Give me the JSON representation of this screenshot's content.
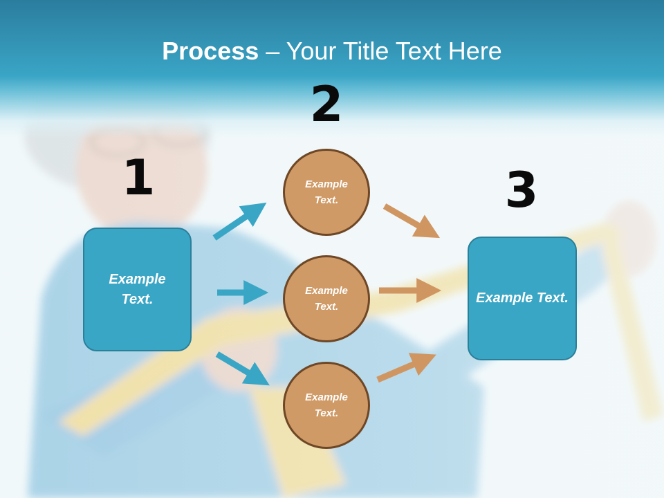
{
  "title": {
    "bold": "Process",
    "rest": " – Your Title Text Here"
  },
  "steps": {
    "one": {
      "number": "1",
      "text": "Example Text."
    },
    "two": {
      "number": "2"
    },
    "three": {
      "number": "3",
      "text": "Example Text."
    }
  },
  "circles": [
    {
      "text": "Example Text."
    },
    {
      "text": "Example Text."
    },
    {
      "text": "Example Text."
    }
  ],
  "colors": {
    "header": "#3aa5c6",
    "box_fill": "#3aa6c5",
    "circle_fill": "#cf9a66",
    "blue_arrow": "#3aa6c5",
    "tan_arrow": "#d09662"
  }
}
